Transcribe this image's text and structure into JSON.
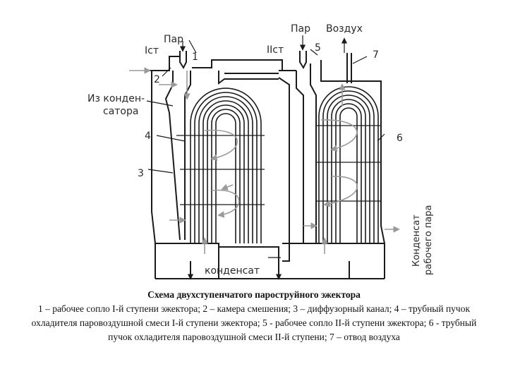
{
  "diagram": {
    "labels": {
      "par_1": "Пар",
      "stage_1": "Iст",
      "num_1": "1",
      "num_2": "2",
      "from_condenser_1": "Из конден-",
      "from_condenser_2": "сатора",
      "num_4": "4",
      "num_3": "3",
      "par_2": "Пар",
      "air": "Воздух",
      "stage_2": "IIст",
      "num_5": "5",
      "num_7": "7",
      "num_6": "6",
      "condensate": "конденсат",
      "working_condensate_1": "Конденсат",
      "working_condensate_2": "рабочего пара"
    }
  },
  "caption": {
    "title": "Схема двухступенчатого пароструйного эжектора",
    "body": "1 – рабочее сопло I-й ступени эжектора; 2 – камера смешения; 3 – диффузорный канал; 4 – трубный пучок охладителя паровоздушной смеси I-й ступени эжектора; 5 - рабочее сопло II-й ступени эжектора; 6 - трубный пучок охладителя паровоздушной смеси II-й ступени; 7 – отвод воздуха"
  }
}
